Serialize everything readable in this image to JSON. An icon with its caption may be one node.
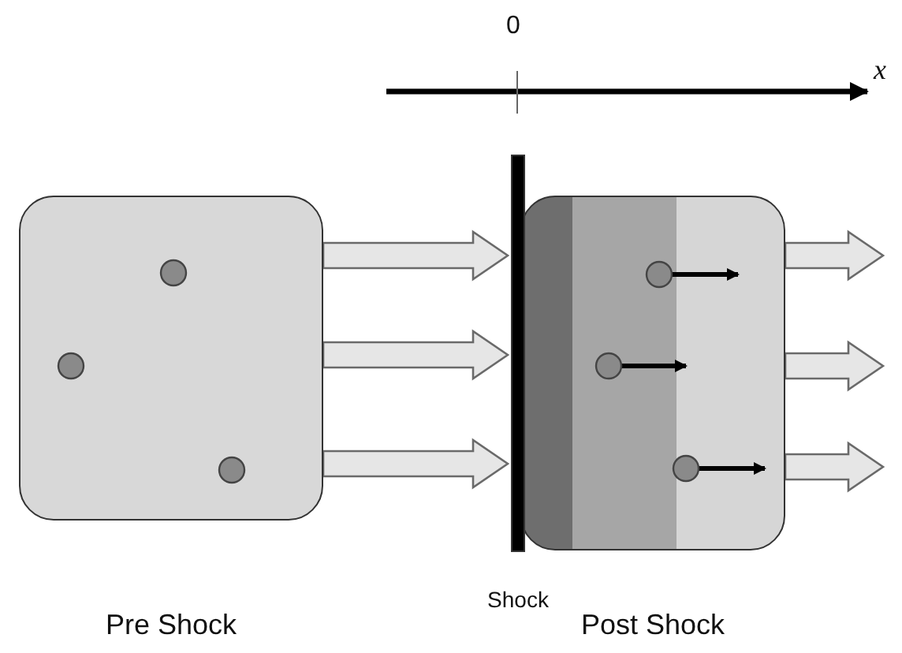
{
  "diagram": {
    "nodes": [
      {
        "text": [
          "Pre Shock"
        ]
      },
      {
        "text": [
          "Post Shock"
        ]
      },
      {
        "text": [
          "Shock"
        ]
      }
    ],
    "edges": [
      {
        "from": 0,
        "to": 2,
        "arrow": "to"
      },
      {
        "from": 0,
        "to": 2,
        "arrow": "to"
      },
      {
        "from": 0,
        "to": 2,
        "arrow": "to"
      },
      {
        "from": 1,
        "to": null,
        "arrow": "to"
      },
      {
        "from": 1,
        "to": null,
        "arrow": "to"
      },
      {
        "from": 1,
        "to": null,
        "arrow": "to"
      }
    ],
    "labels": [
      "0",
      "x"
    ]
  }
}
